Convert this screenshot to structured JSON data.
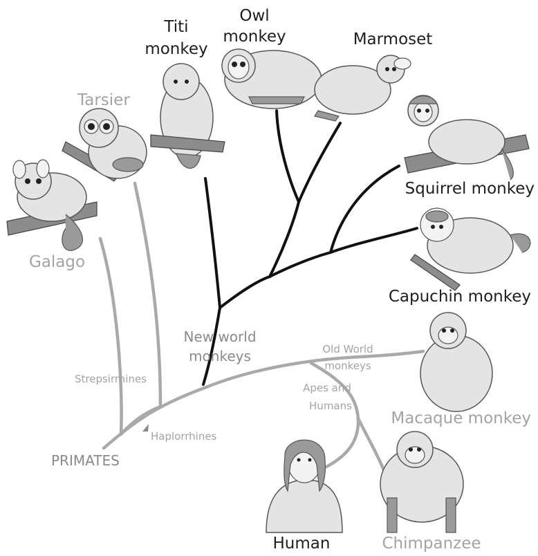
{
  "title": "",
  "root": {
    "label": "PRIMATES"
  },
  "clades": {
    "strepsirrhines": "Strepsirrhines",
    "haplorrhines": "Haplorrhines",
    "new_world": [
      "New world",
      "monkeys"
    ],
    "old_world": [
      "Old World",
      "monkeys"
    ],
    "apes": [
      "Apes and",
      "Humans"
    ]
  },
  "taxa": {
    "galago": "Galago",
    "tarsier": "Tarsier",
    "titi": [
      "Titi",
      "monkey"
    ],
    "owl": [
      "Owl",
      "monkey"
    ],
    "marmoset": "Marmoset",
    "squirrel": "Squirrel monkey",
    "capuchin": "Capuchin monkey",
    "macaque": "Macaque monkey",
    "human": "Human",
    "chimpanzee": "Chimpanzee"
  },
  "colors": {
    "strepsirrhine_branch": "#a9a9a9",
    "new_world_branch": "#111111",
    "gray_label": "#a3a3a3",
    "dark_label": "#1e1e1e"
  },
  "icons": [
    "galago-illustration",
    "tarsier-illustration",
    "titi-monkey-illustration",
    "owl-monkey-illustration",
    "marmoset-illustration",
    "squirrel-monkey-illustration",
    "capuchin-monkey-illustration",
    "macaque-monkey-illustration",
    "human-illustration",
    "chimpanzee-illustration"
  ]
}
